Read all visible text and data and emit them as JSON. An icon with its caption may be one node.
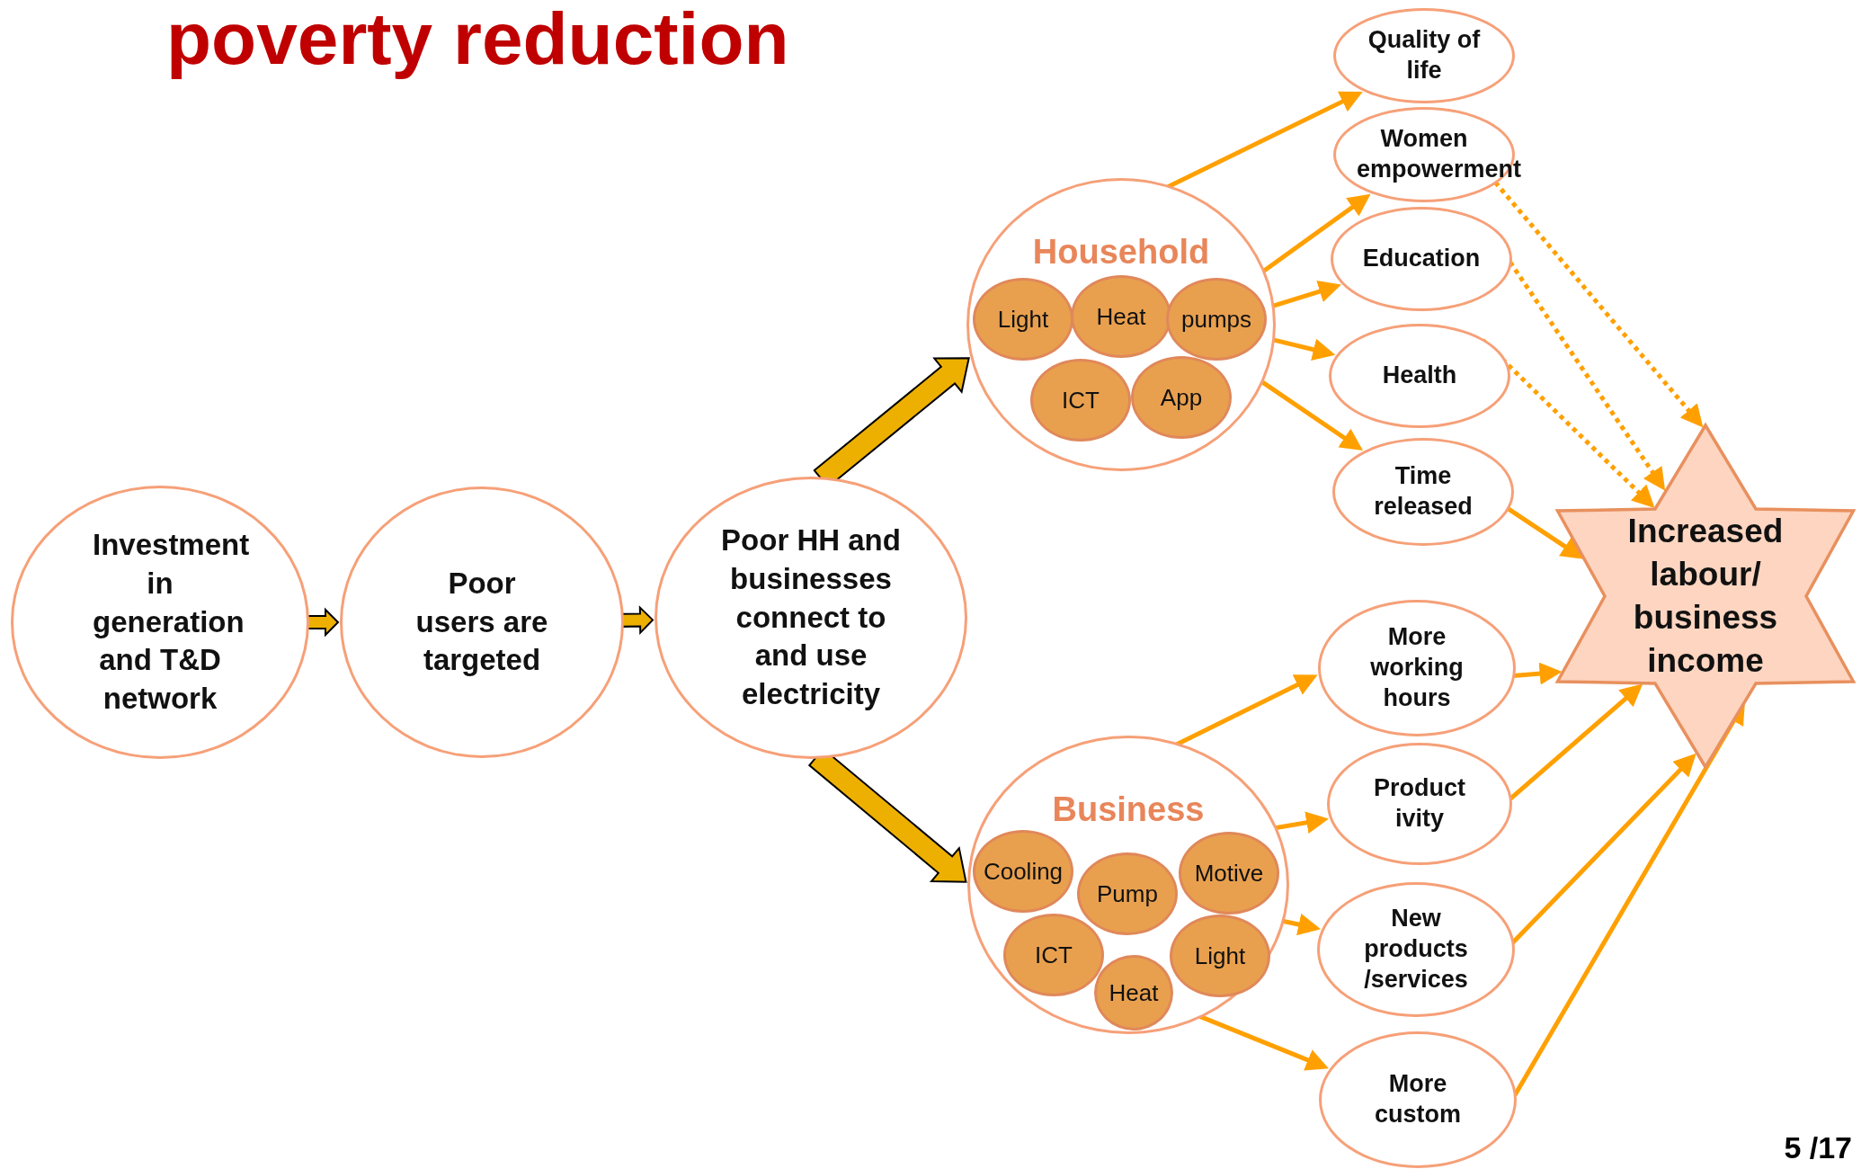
{
  "diagram": {
    "title": "poverty reduction",
    "nodes": [
      {
        "text": [
          "Investment in generation and T&D network"
        ]
      },
      {
        "text": [
          "Poor users are targeted"
        ]
      },
      {
        "text": [
          "Poor HH and businesses connect to and use electricity"
        ]
      },
      {
        "text": [
          "Household"
        ]
      },
      {
        "text": [
          "Light"
        ],
        "in": 3
      },
      {
        "text": [
          "Heat"
        ],
        "in": 3
      },
      {
        "text": [
          "pumps"
        ],
        "in": 3
      },
      {
        "text": [
          "ICT"
        ],
        "in": 3
      },
      {
        "text": [
          "App"
        ],
        "in": 3
      },
      {
        "text": [
          "Business"
        ]
      },
      {
        "text": [
          "Cooling"
        ],
        "in": 9
      },
      {
        "text": [
          "Pump"
        ],
        "in": 9
      },
      {
        "text": [
          "Motive"
        ],
        "in": 9
      },
      {
        "text": [
          "ICT"
        ],
        "in": 9
      },
      {
        "text": [
          "Light"
        ],
        "in": 9
      },
      {
        "text": [
          "Heat"
        ],
        "in": 9
      },
      {
        "text": [
          "Quality of life"
        ]
      },
      {
        "text": [
          "Women empowerment"
        ]
      },
      {
        "text": [
          "Education"
        ]
      },
      {
        "text": [
          "Health"
        ]
      },
      {
        "text": [
          "Time released"
        ]
      },
      {
        "text": [
          "More working hours"
        ]
      },
      {
        "text": [
          "Product ivity"
        ]
      },
      {
        "text": [
          "New products /services"
        ]
      },
      {
        "text": [
          "More custom"
        ]
      },
      {
        "text": [
          "Increased labour/ business income"
        ]
      }
    ],
    "edges": [
      {
        "from": 0,
        "to": 1,
        "arrow": "to",
        "style": "thick",
        "color": "#eeb000"
      },
      {
        "from": 1,
        "to": 2,
        "arrow": "to",
        "style": "thick",
        "color": "#eeb000"
      },
      {
        "from": 2,
        "to": 3,
        "arrow": "to",
        "style": "thick",
        "color": "#eeb000"
      },
      {
        "from": 2,
        "to": 9,
        "arrow": "to",
        "style": "thick",
        "color": "#eeb000"
      },
      {
        "from": 3,
        "to": 16,
        "arrow": "to"
      },
      {
        "from": 3,
        "to": 17,
        "arrow": "to"
      },
      {
        "from": 3,
        "to": 18,
        "arrow": "to"
      },
      {
        "from": 3,
        "to": 19,
        "arrow": "to"
      },
      {
        "from": 3,
        "to": 20,
        "arrow": "to"
      },
      {
        "from": 9,
        "to": 21,
        "arrow": "to"
      },
      {
        "from": 9,
        "to": 22,
        "arrow": "to"
      },
      {
        "from": 9,
        "to": 23,
        "arrow": "to"
      },
      {
        "from": 9,
        "to": 24,
        "arrow": "to"
      },
      {
        "from": 17,
        "to": 25,
        "arrow": "to",
        "style": "dashed"
      },
      {
        "from": 18,
        "to": 25,
        "arrow": "to",
        "style": "dashed"
      },
      {
        "from": 19,
        "to": 25,
        "arrow": "to",
        "style": "dashed"
      },
      {
        "from": 20,
        "to": 25,
        "arrow": "to"
      },
      {
        "from": 21,
        "to": 25,
        "arrow": "to"
      },
      {
        "from": 22,
        "to": 25,
        "arrow": "to"
      },
      {
        "from": 23,
        "to": 25,
        "arrow": "to"
      },
      {
        "from": 24,
        "to": 25,
        "arrow": "to"
      }
    ],
    "labels": [
      "5 /17"
    ]
  }
}
